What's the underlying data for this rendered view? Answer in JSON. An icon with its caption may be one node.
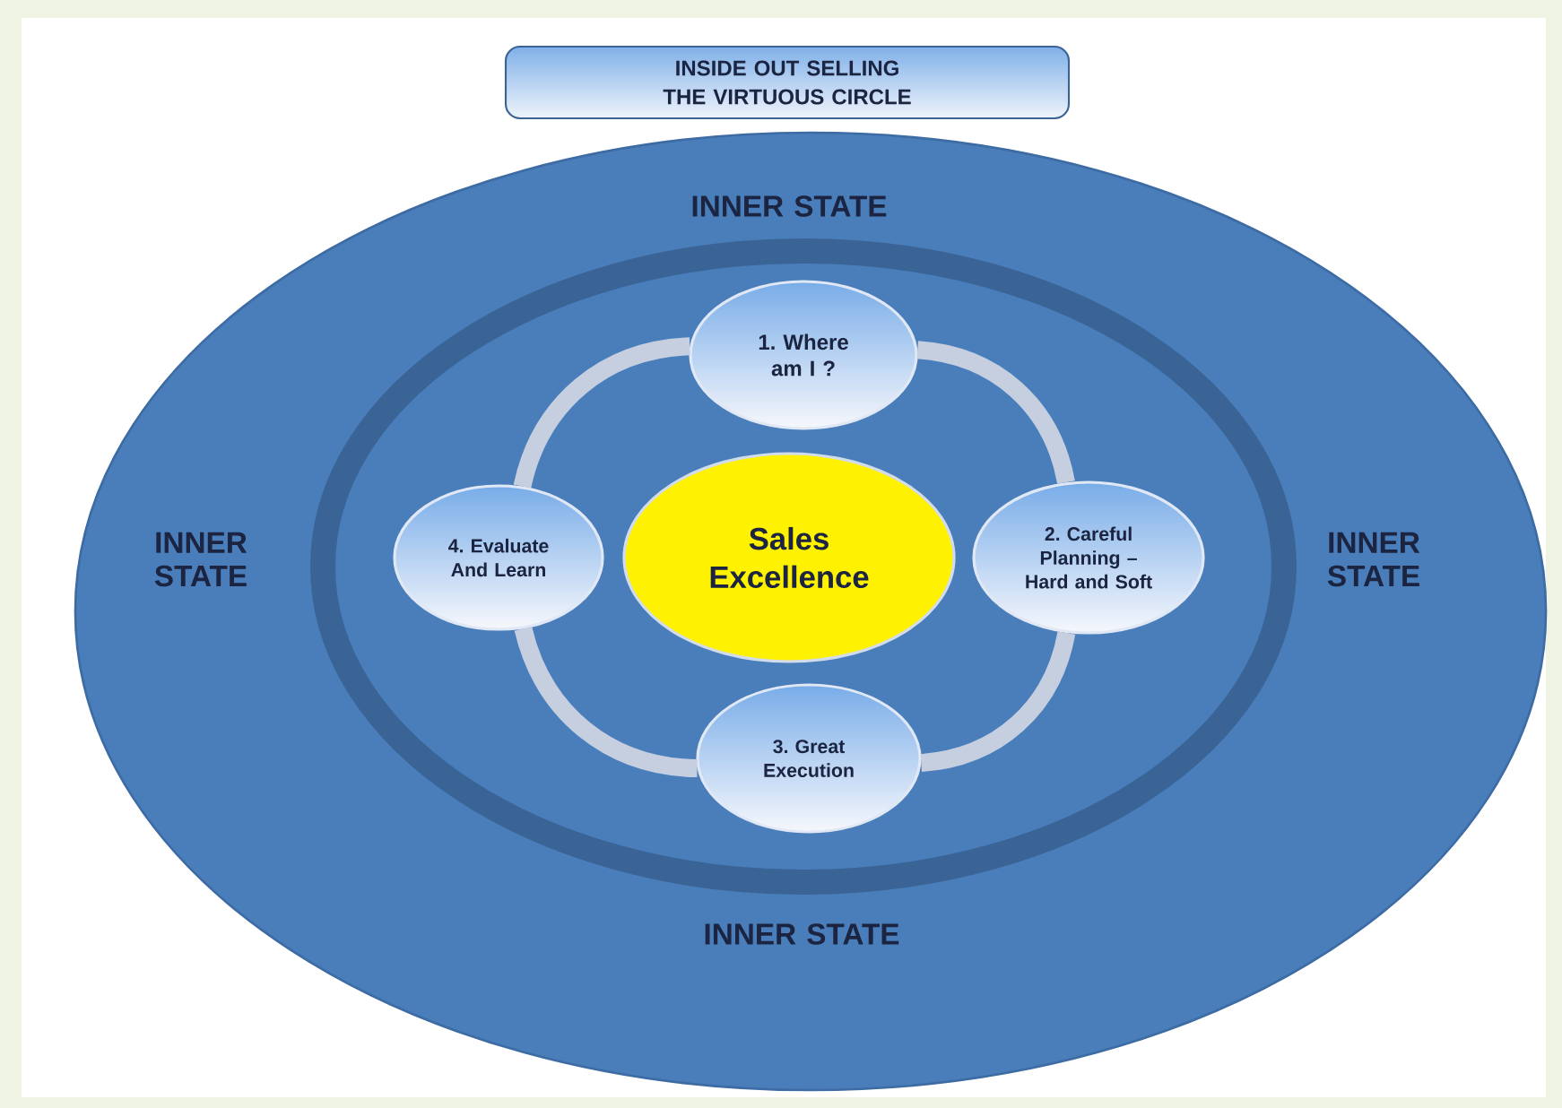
{
  "diagram": {
    "title": "INSIDE OUT SELLING THE VIRTUOUS CIRCLE",
    "nodes": [
      {
        "text": [
          "INNER STATE",
          "INNER STATE",
          "INNER STATE",
          "INNER STATE"
        ]
      },
      {
        "text": [
          "1. Where am I ?"
        ],
        "in": 0
      },
      {
        "text": [
          "4. Evaluate And Learn"
        ],
        "in": 0
      },
      {
        "text": [
          "Sales Excellence"
        ],
        "in": 0
      },
      {
        "text": [
          "2. Careful Planning – Hard and Soft"
        ],
        "in": 0
      },
      {
        "text": [
          "3. Great Execution"
        ],
        "in": 0
      }
    ],
    "edges": [
      {
        "from": 1,
        "to": 4,
        "arrow": "none"
      },
      {
        "from": 4,
        "to": 5,
        "arrow": "none"
      },
      {
        "from": 5,
        "to": 2,
        "arrow": "none"
      },
      {
        "from": 2,
        "to": 1,
        "arrow": "none"
      }
    ]
  }
}
